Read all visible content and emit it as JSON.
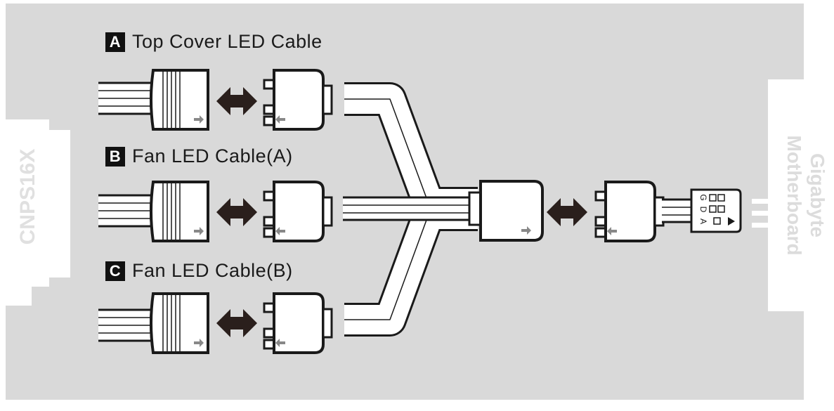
{
  "labels": {
    "a": {
      "badge": "A",
      "text": "Top Cover LED Cable"
    },
    "b": {
      "badge": "B",
      "text": "Fan LED Cable(A)"
    },
    "c": {
      "badge": "C",
      "text": "Fan LED Cable(B)"
    }
  },
  "side_left": "CNPS16X",
  "side_right_line1": "Gigabyte",
  "side_right_line2": "Motherboard",
  "header_pins": [
    "G",
    "D",
    "A"
  ],
  "colors": {
    "background": "#d9d9d9",
    "panel": "#ffffff",
    "stroke": "#1a1a1a",
    "arrow": "#2a1f1c",
    "small_arrow": "#888888",
    "label_text": "#1a1a1a",
    "badge": "#111111"
  }
}
